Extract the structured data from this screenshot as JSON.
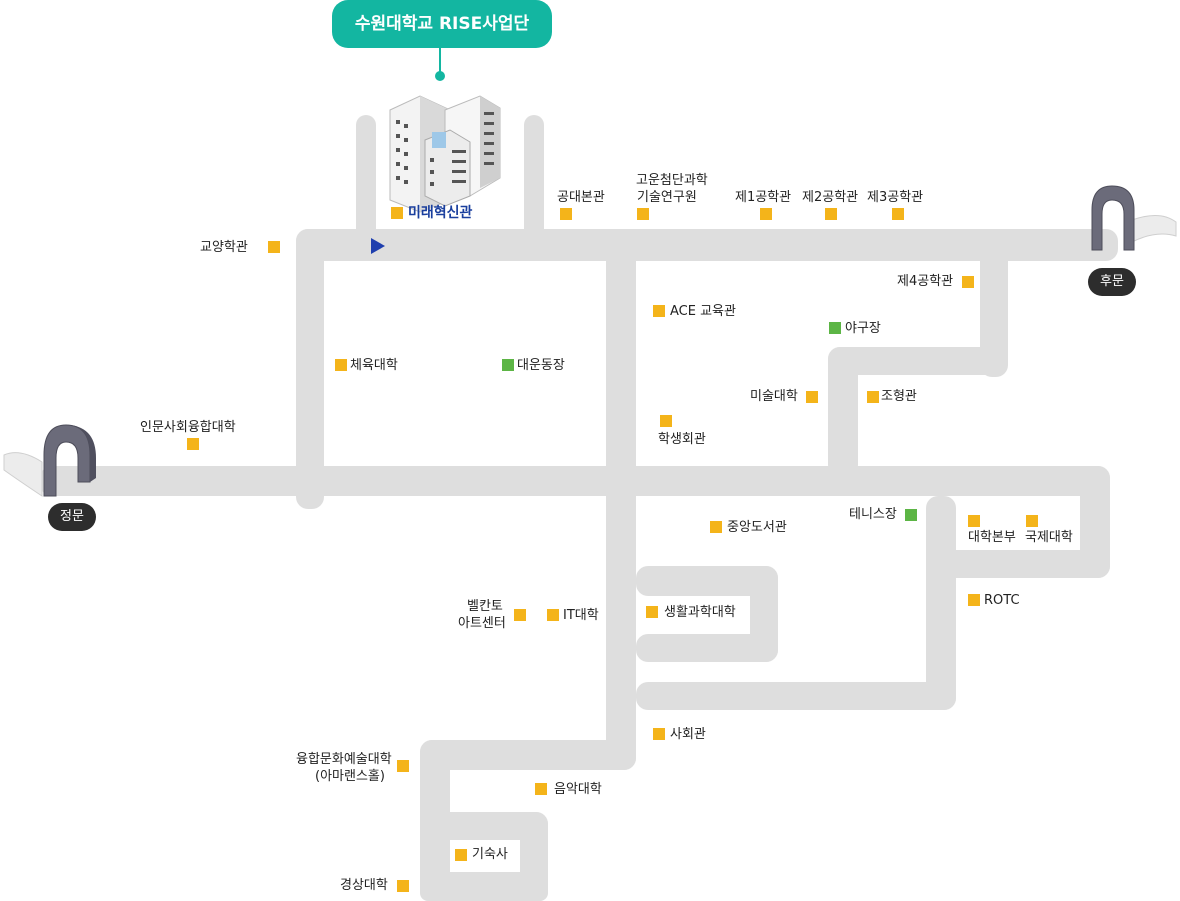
{
  "title": "수원대학교 RISE사업단",
  "colors": {
    "teal": "#13b6a1",
    "road": "#dedede",
    "pin": "#f4b41a",
    "pin_green": "#5cb545",
    "highlight": "#1a3f9e",
    "gate_label_bg": "#2d2d2d"
  },
  "highlight_building": "미래혁신관",
  "gates": {
    "front": "정문",
    "back": "후문"
  },
  "buildings": {
    "gyoyang": "교양학관",
    "gongdae": "공대본관",
    "goun_1": "고운첨단과학",
    "goun_2": "기술연구원",
    "eng1": "제1공학관",
    "eng2": "제2공학관",
    "eng3": "제3공학관",
    "eng4": "제4공학관",
    "ace": "ACE 교육관",
    "baseball": "야구장",
    "sports": "체육대학",
    "field": "대운동장",
    "humanities": "인문사회융합대학",
    "art": "미술대학",
    "student": "학생회관",
    "johyung": "조형관",
    "tennis": "테니스장",
    "library": "중앙도서관",
    "hq": "대학본부",
    "intl": "국제대학",
    "rotc": "ROTC",
    "belcanto_1": "벨칸토",
    "belcanto_2": "아트센터",
    "it": "IT대학",
    "life": "생활과학대학",
    "social": "사회관",
    "culture_1": "융합문화예술대학",
    "culture_2": "(아마랜스홀)",
    "music": "음악대학",
    "dorm": "기숙사",
    "business": "경상대학"
  }
}
